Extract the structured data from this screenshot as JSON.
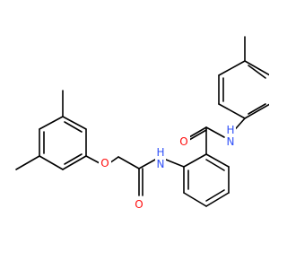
{
  "molecule": {
    "atoms": {
      "amide_o": {
        "symbol": "O",
        "color": "#ff0d0d"
      },
      "amide_nh": {
        "symbol": "N",
        "h": "H",
        "color": "#3050f8"
      },
      "anilide_nh": {
        "symbol": "N",
        "h": "H",
        "color": "#3050f8"
      },
      "acetamide_o": {
        "symbol": "O",
        "color": "#ff0d0d"
      },
      "ether_o": {
        "symbol": "O",
        "color": "#ff0d0d"
      }
    }
  }
}
